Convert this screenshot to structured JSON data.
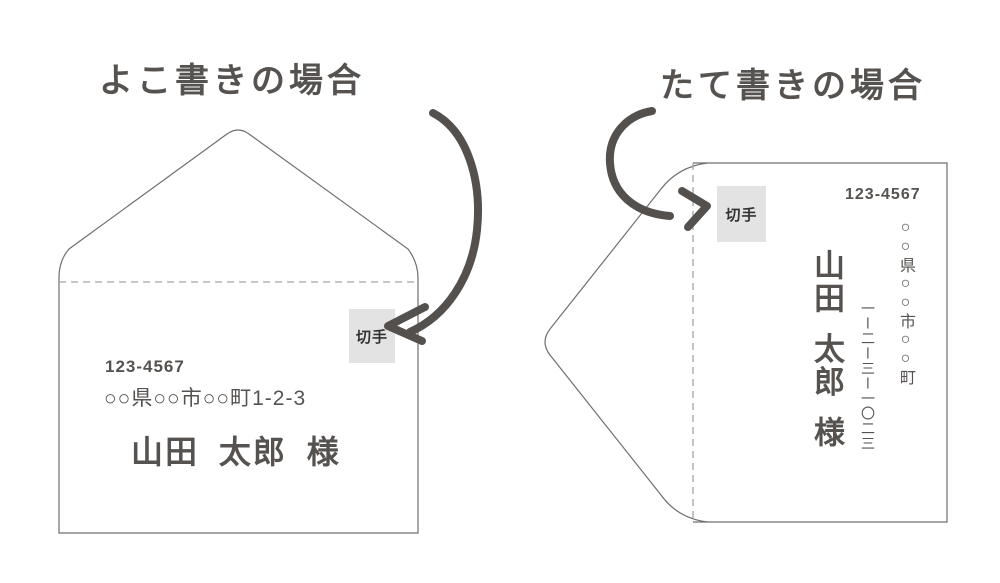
{
  "colors": {
    "ink": "#56524f",
    "label": "#333333",
    "stamp-bg": "#e3e3e3",
    "outline": "#6f6f6f",
    "dash": "#a3a3a3",
    "arrow": "#54504d",
    "bg": "#ffffff"
  },
  "left_section": {
    "title": "よこ書きの場合",
    "envelope": {
      "stamp_label": "切手",
      "postal_code": "123-4567",
      "address": "○○県○○市○○町1-2-3",
      "recipient": "山田 太郎 様"
    }
  },
  "right_section": {
    "title": "たて書きの場合",
    "envelope": {
      "stamp_label": "切手",
      "postal_code": "123-4567",
      "address_region": "○○県○○市○○町",
      "address_number": "一ー二ー三ー一〇二三",
      "recipient": "山田 太郎 様"
    }
  }
}
